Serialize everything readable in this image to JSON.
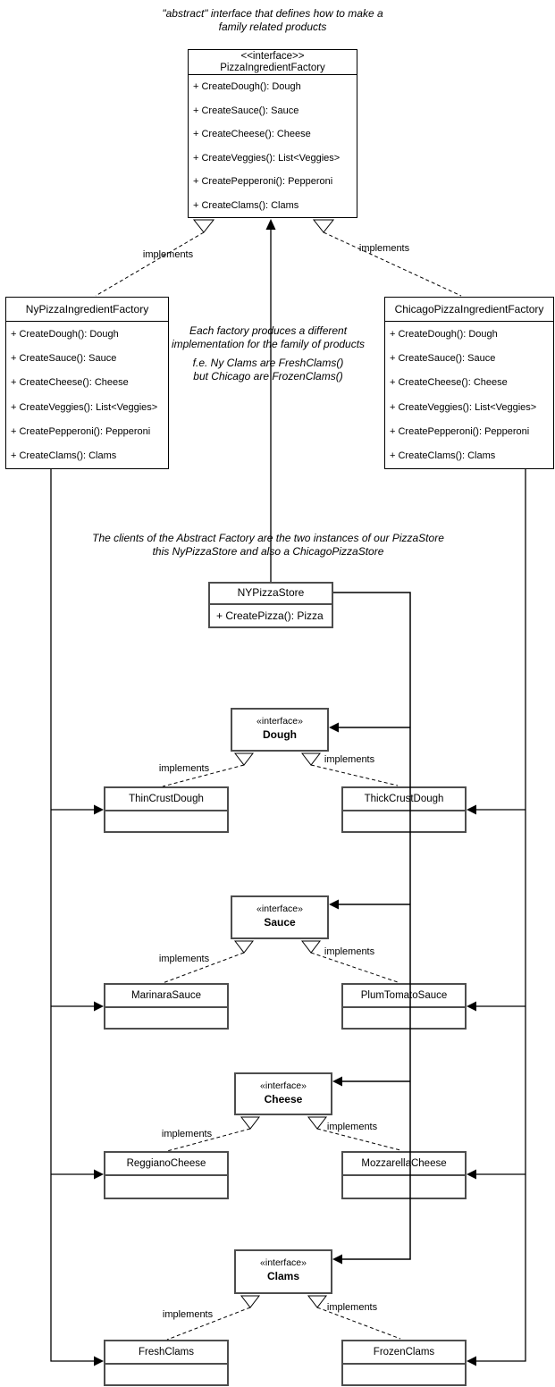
{
  "colors": {
    "background": "#ffffff",
    "line": "#000000",
    "box_border_light": "#000000",
    "box_border_heavy": "#4d4d4d",
    "box_fill": "#ffffff"
  },
  "labels": {
    "implements": "implements"
  },
  "notes": {
    "top_line1": "\"abstract\" interface that defines how to make a",
    "top_line2": "family related products",
    "middle_line1": "Each factory produces a different",
    "middle_line2": "implementation for the family of products",
    "middle_line3": "f.e. Ny Clams are FreshClams()",
    "middle_line4": "but Chicago are FrozenClams()",
    "clients_line1": "The clients of the Abstract Factory are the two instances of our PizzaStore",
    "clients_line2": "this NyPizzaStore and also a ChicagoPizzaStore"
  },
  "classes": {
    "pizza_ingredient_factory": {
      "stereotype": "<<interface>>",
      "name": "PizzaIngredientFactory",
      "methods": [
        "+ CreateDough(): Dough",
        "+ CreateSauce(): Sauce",
        "+ CreateCheese(): Cheese",
        "+ CreateVeggies(): List<Veggies>",
        "+ CreatePepperoni(): Pepperoni",
        "+ CreateClams(): Clams"
      ]
    },
    "ny_factory": {
      "name": "NyPizzaIngredientFactory",
      "methods": [
        "+ CreateDough(): Dough",
        "+ CreateSauce(): Sauce",
        "+ CreateCheese(): Cheese",
        "+ CreateVeggies(): List<Veggies>",
        "+ CreatePepperoni(): Pepperoni",
        "+ CreateClams(): Clams"
      ]
    },
    "chicago_factory": {
      "name": "ChicagoPizzaIngredientFactory",
      "methods": [
        "+ CreateDough(): Dough",
        "+ CreateSauce(): Sauce",
        "+ CreateCheese(): Cheese",
        "+ CreateVeggies(): List<Veggies>",
        "+ CreatePepperoni(): Pepperoni",
        "+ CreateClams(): Clams"
      ]
    },
    "ny_pizza_store": {
      "name": "NYPizzaStore",
      "method": "+ CreatePizza(): Pizza"
    }
  },
  "interfaces": {
    "dough": {
      "stereotype": "«interface»",
      "name": "Dough"
    },
    "sauce": {
      "stereotype": "«interface»",
      "name": "Sauce"
    },
    "cheese": {
      "stereotype": "«interface»",
      "name": "Cheese"
    },
    "clams": {
      "stereotype": "«interface»",
      "name": "Clams"
    }
  },
  "products": {
    "thin_crust_dough": "ThinCrustDough",
    "thick_crust_dough": "ThickCrustDough",
    "marinara_sauce": "MarinaraSauce",
    "plum_tomato_sauce": "PlumTomatoSauce",
    "reggiano_cheese": "ReggianoCheese",
    "mozzarella_cheese": "MozzarellaCheese",
    "fresh_clams": "FreshClams",
    "frozen_clams": "FrozenClams"
  }
}
